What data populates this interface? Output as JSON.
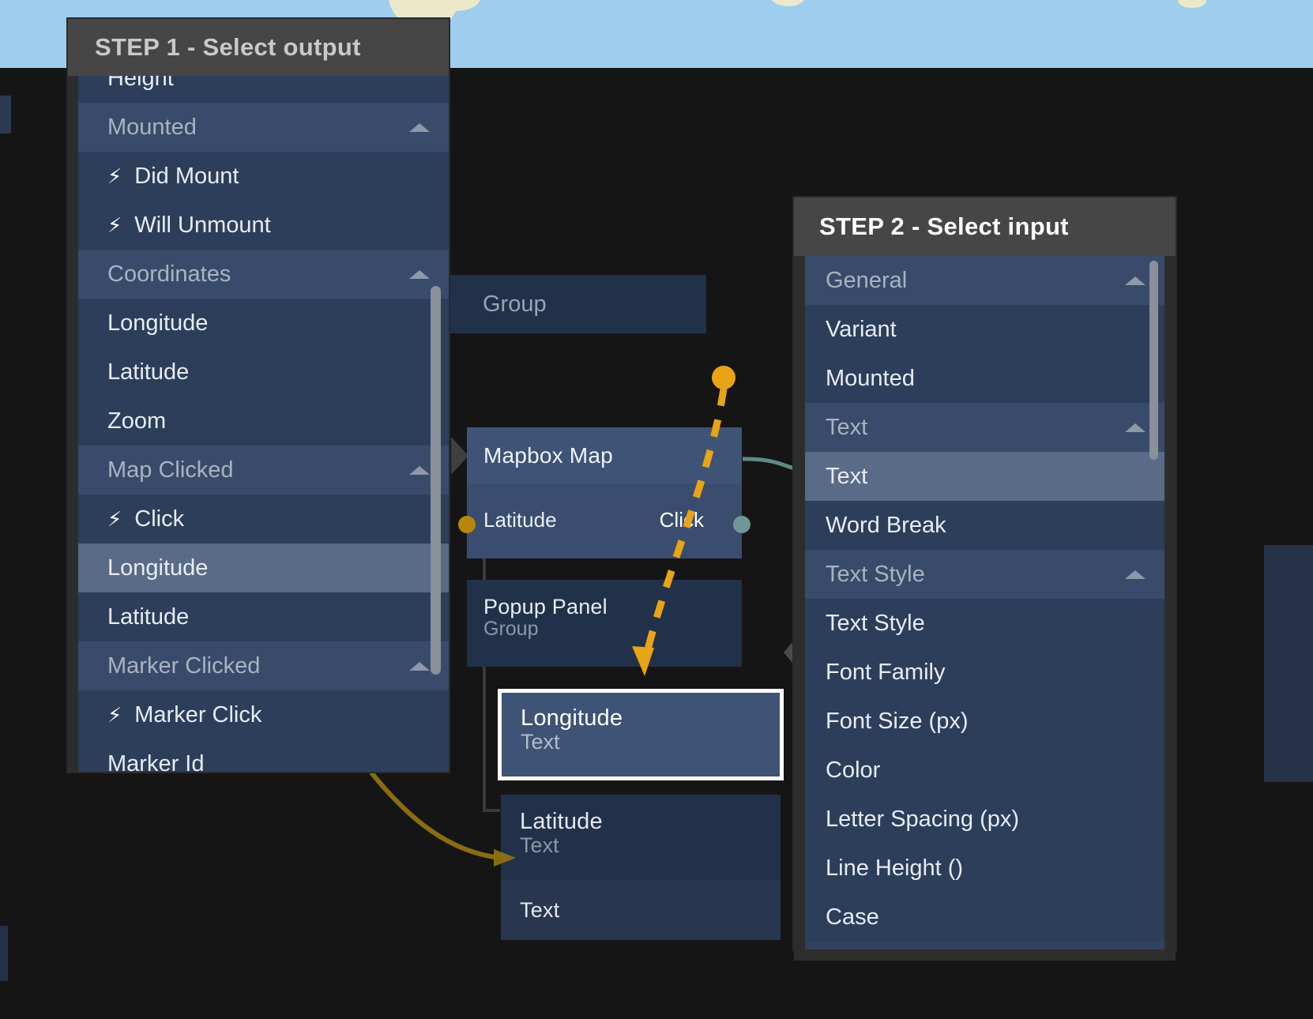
{
  "map_preview": {
    "water_color": "#9ecdee",
    "land_color": "#ece9cb"
  },
  "canvas": {
    "background": "#151515",
    "nodes": [
      {
        "name": "group-card",
        "title": "",
        "subtitle": "Group"
      },
      {
        "name": "mapbox-map",
        "title": "Mapbox Map",
        "subtitle": ""
      },
      {
        "name": "popup-panel",
        "title": "Popup Panel",
        "subtitle": "Group"
      },
      {
        "name": "longitude",
        "title": "Longitude",
        "subtitle": "Text"
      },
      {
        "name": "latitude",
        "title": "Latitude",
        "subtitle": "Text"
      },
      {
        "name": "text",
        "title": "Text",
        "subtitle": ""
      }
    ],
    "mapbox_ports": {
      "input_label": "Latitude",
      "output_label": "Click"
    },
    "wire_colors": {
      "event": "#e8a317",
      "signal": "#6f9796",
      "data": "#8a6d12"
    }
  },
  "step1": {
    "title": "STEP 1 - Select output",
    "clipped_top_item": "Height",
    "items": [
      {
        "label": "Height",
        "kind": "item",
        "dim": false,
        "bolt": false,
        "chevron": false,
        "highlight": false,
        "clipped": true
      },
      {
        "label": "Mounted",
        "kind": "group",
        "dim": false,
        "bolt": false,
        "chevron": true,
        "highlight": false
      },
      {
        "label": "Did Mount",
        "kind": "item",
        "dim": false,
        "bolt": true,
        "chevron": false,
        "highlight": false
      },
      {
        "label": "Will Unmount",
        "kind": "item",
        "dim": false,
        "bolt": true,
        "chevron": false,
        "highlight": false
      },
      {
        "label": "Coordinates",
        "kind": "group",
        "dim": false,
        "bolt": false,
        "chevron": true,
        "highlight": false
      },
      {
        "label": "Longitude",
        "kind": "item",
        "dim": false,
        "bolt": false,
        "chevron": false,
        "highlight": false
      },
      {
        "label": "Latitude",
        "kind": "item",
        "dim": false,
        "bolt": false,
        "chevron": false,
        "highlight": false
      },
      {
        "label": "Zoom",
        "kind": "item",
        "dim": false,
        "bolt": false,
        "chevron": false,
        "highlight": false
      },
      {
        "label": "Map Clicked",
        "kind": "group",
        "dim": false,
        "bolt": false,
        "chevron": true,
        "highlight": false
      },
      {
        "label": "Click",
        "kind": "item",
        "dim": false,
        "bolt": true,
        "chevron": false,
        "highlight": false
      },
      {
        "label": "Longitude",
        "kind": "item",
        "dim": false,
        "bolt": false,
        "chevron": false,
        "highlight": true
      },
      {
        "label": "Latitude",
        "kind": "item",
        "dim": false,
        "bolt": false,
        "chevron": false,
        "highlight": false
      },
      {
        "label": "Marker Clicked",
        "kind": "group",
        "dim": false,
        "bolt": false,
        "chevron": true,
        "highlight": false
      },
      {
        "label": "Marker Click",
        "kind": "item",
        "dim": false,
        "bolt": true,
        "chevron": false,
        "highlight": false
      },
      {
        "label": "Marker Id",
        "kind": "item",
        "dim": false,
        "bolt": false,
        "chevron": false,
        "highlight": false
      }
    ]
  },
  "step2": {
    "title": "STEP 2 - Select input",
    "items": [
      {
        "label": "General",
        "kind": "group",
        "dim": false,
        "chevron": true,
        "highlight": false
      },
      {
        "label": "Variant",
        "kind": "item",
        "dim": false,
        "chevron": false,
        "highlight": false
      },
      {
        "label": "Mounted",
        "kind": "item",
        "dim": false,
        "chevron": false,
        "highlight": false
      },
      {
        "label": "Text",
        "kind": "group",
        "dim": false,
        "chevron": true,
        "highlight": false
      },
      {
        "label": "Text",
        "kind": "item",
        "dim": false,
        "chevron": false,
        "highlight": true
      },
      {
        "label": "Word Break",
        "kind": "item",
        "dim": true,
        "chevron": false,
        "highlight": false
      },
      {
        "label": "Text Style",
        "kind": "group",
        "dim": false,
        "chevron": true,
        "highlight": false
      },
      {
        "label": "Text Style",
        "kind": "item",
        "dim": true,
        "chevron": false,
        "highlight": false
      },
      {
        "label": "Font Family",
        "kind": "item",
        "dim": true,
        "chevron": false,
        "highlight": false
      },
      {
        "label": "Font Size (px)",
        "kind": "item",
        "dim": false,
        "chevron": false,
        "highlight": false
      },
      {
        "label": "Color",
        "kind": "item",
        "dim": true,
        "chevron": false,
        "highlight": false
      },
      {
        "label": "Letter Spacing (px)",
        "kind": "item",
        "dim": false,
        "chevron": false,
        "highlight": false
      },
      {
        "label": "Line Height ()",
        "kind": "item",
        "dim": false,
        "chevron": false,
        "highlight": false
      },
      {
        "label": "Case",
        "kind": "item",
        "dim": true,
        "chevron": false,
        "highlight": false
      }
    ]
  },
  "icons": {
    "bolt": "⚡",
    "chevron_up": "chevron-up-icon"
  }
}
